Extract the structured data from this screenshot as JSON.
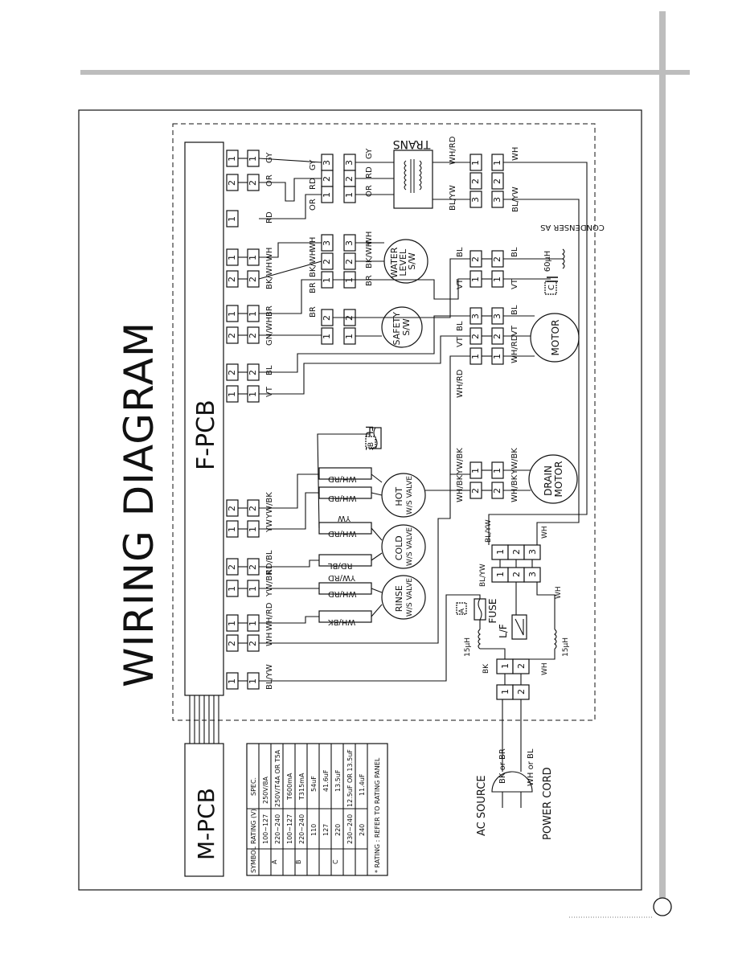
{
  "title": "WIRING DIAGRAM",
  "boards": {
    "f_pcb": "F-PCB",
    "m_pcb": "M-PCB"
  },
  "components": {
    "trans": "TRANS",
    "water_level_sw": [
      "WATER",
      "LEVEL",
      "S/W"
    ],
    "safety_sw": [
      "SAFETY",
      "S/W"
    ],
    "motor": "MOTOR",
    "drain_motor": [
      "DRAIN",
      "MOTOR"
    ],
    "hot_valve": [
      "HOT",
      "W/S VALVE"
    ],
    "cold_valve": [
      "COLD",
      "W/S VALVE"
    ],
    "rinse_valve": [
      "RINSE",
      "W/S VALVE"
    ],
    "fuse_b": "FUSE",
    "fuse_a": "FUSE",
    "lf": "L/F",
    "condenser": "CONDENSER AS",
    "cap_value": "60µH",
    "choke_1": "15µH",
    "choke_2": "15µH",
    "symbol_a": "A",
    "symbol_b": "B",
    "symbol_c": "C",
    "ac_source": "AC SOURCE",
    "power_cord": "POWER CORD",
    "plug_1": "BK or BR",
    "plug_2": "WH or BL"
  },
  "wires": {
    "gy": "GY",
    "or": "OR",
    "rd": "RD",
    "wh": "WH",
    "bkwh": "BK/WH",
    "br": "BR",
    "gnwh": "GN/WH",
    "bl": "BL",
    "vt": "VT",
    "ywbk": "YW/BK",
    "yw": "YW",
    "rdbl": "RD/BL",
    "whrd": "WH/RD",
    "blyw": "BL/YW",
    "whbk": "WH/BK",
    "ywrd": "YW/RD",
    "bk": "BK"
  },
  "pins": [
    "1",
    "2",
    "3"
  ],
  "rating_table": {
    "headers": [
      "SYMBOL",
      "RATING (V)",
      "SPEC."
    ],
    "rows": [
      [
        "A",
        "100~127",
        "250V/8A"
      ],
      [
        "",
        "220~240",
        "250V/T4A OR T5A"
      ],
      [
        "B",
        "100~127",
        "T600mA"
      ],
      [
        "",
        "220~240",
        "T315mA"
      ],
      [
        "C",
        "110",
        "54uF"
      ],
      [
        "",
        "127",
        "41.6uF"
      ],
      [
        "",
        "220",
        "13.5uF"
      ],
      [
        "",
        "230~240",
        "12.5uF OR 13.5uF"
      ],
      [
        "",
        "240",
        "11.4uF"
      ]
    ],
    "note": "* RATING : REFER TO RATING PANEL"
  }
}
